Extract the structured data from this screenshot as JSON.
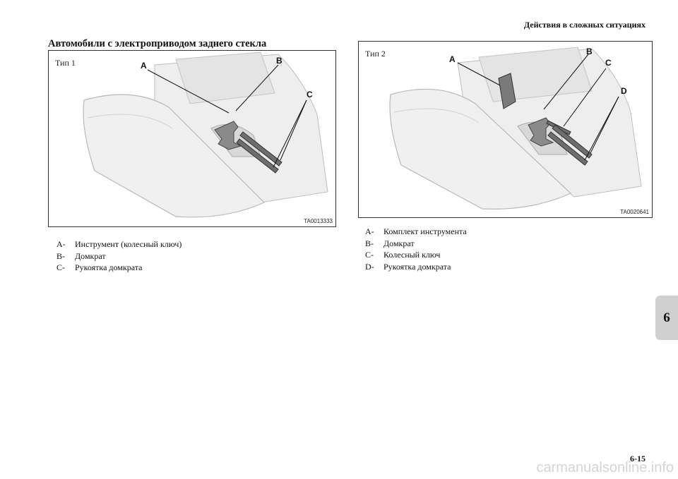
{
  "header": {
    "title": "Действия в сложных ситуациях"
  },
  "section": {
    "title": "Автомобили с электроприводом заднего стекла"
  },
  "figure1": {
    "type_label": "Тип 1",
    "code": "TA0013333",
    "callouts": [
      "A",
      "B",
      "C"
    ]
  },
  "figure2": {
    "type_label": "Тип 2",
    "code": "TA0020641",
    "callouts": [
      "A",
      "B",
      "C",
      "D"
    ]
  },
  "legend1": [
    {
      "key": "A-",
      "text": "Инструмент (колесный ключ)"
    },
    {
      "key": "B-",
      "text": "Домкрат"
    },
    {
      "key": "C-",
      "text": "Рукоятка домкрата"
    }
  ],
  "legend2": [
    {
      "key": "A-",
      "text": "Комплект инструмента"
    },
    {
      "key": "B-",
      "text": "Домкрат"
    },
    {
      "key": "C-",
      "text": "Колесный ключ"
    },
    {
      "key": "D-",
      "text": "Рукоятка домкрата"
    }
  ],
  "chapter_tab": "6",
  "page_number": "6-15",
  "watermark": "carmanualsonline.info"
}
